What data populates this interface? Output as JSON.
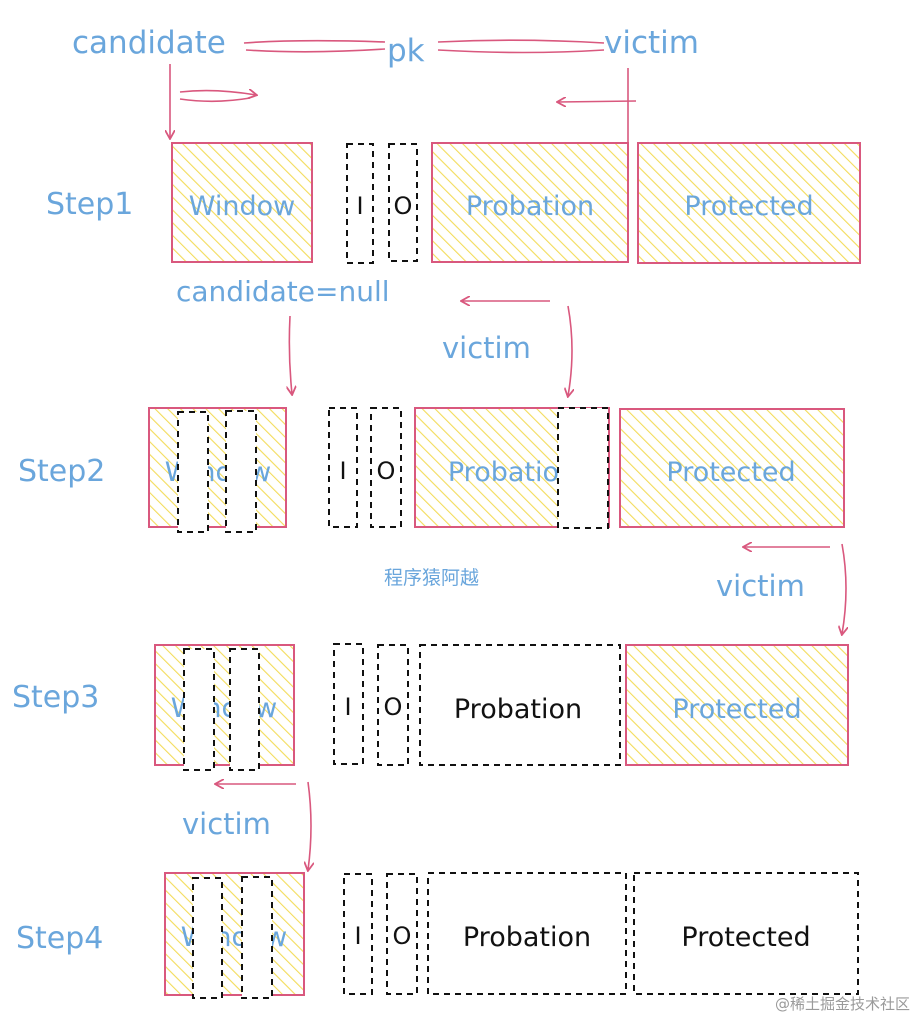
{
  "labels": {
    "candidate": "candidate",
    "pk": "pk",
    "victim_top": "victim",
    "candidate_null": "candidate=null",
    "victim_step1": "victim",
    "victim_step2": "victim",
    "victim_step3": "victim"
  },
  "steps": [
    {
      "label": "Step1",
      "window": "Window",
      "i": "I",
      "o": "O",
      "probation": "Probation",
      "protected": "Protected"
    },
    {
      "label": "Step2",
      "window": "Window",
      "i": "I",
      "o": "O",
      "probation": "Probation",
      "protected": "Protected"
    },
    {
      "label": "Step3",
      "window": "Window",
      "i": "I",
      "o": "O",
      "probation": "Probation",
      "protected": "Protected"
    },
    {
      "label": "Step4",
      "window": "Window",
      "i": "I",
      "o": "O",
      "probation": "Probation",
      "protected": "Protected"
    }
  ],
  "watermark": "程序猿阿越",
  "footer": "@稀土掘金技术社区",
  "colors": {
    "label_blue": "#6aa6dc",
    "arrow_pink": "#d9587e",
    "hatch_yellow": "#f3dc5a",
    "dashed_black": "#111111"
  }
}
